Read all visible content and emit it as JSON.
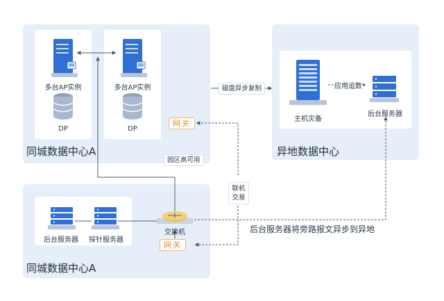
{
  "colors": {
    "panel_bg": "#e6eef9",
    "server_blue": "#2f6fd6",
    "gateway_orange": "#f08a24",
    "arrow": "#4a5d78"
  },
  "icons": {
    "server": "rack-server-icon",
    "database": "database-icon",
    "tower": "tower-host-icon",
    "switch": "network-switch-icon",
    "gateway": "gateway-badge"
  },
  "dc_a_top": {
    "title": "同城数据中心A",
    "ap_left_label": "多台AP实例",
    "ap_right_label": "多台AP实例",
    "db_left_label": "DP",
    "db_right_label": "DP",
    "gateway_label": "网关"
  },
  "dc_remote": {
    "title": "异地数据中心",
    "host_label": "主机灾备",
    "backend_label": "后台服务器"
  },
  "dc_a_bottom": {
    "title": "同城数据中心A",
    "backend_label": "后台服务器",
    "probe_label": "探针服务器",
    "switch_label": "交换机",
    "gateway_label": "网关"
  },
  "edges": {
    "disk_replication": "磁盘异步复制",
    "app_tracking": "应用追数",
    "campus_ha": "园区高可用",
    "online_tx_line1": "联机",
    "online_tx_line2": "交易",
    "bypass_sync": "后台服务器将旁路报文异步到异地"
  }
}
